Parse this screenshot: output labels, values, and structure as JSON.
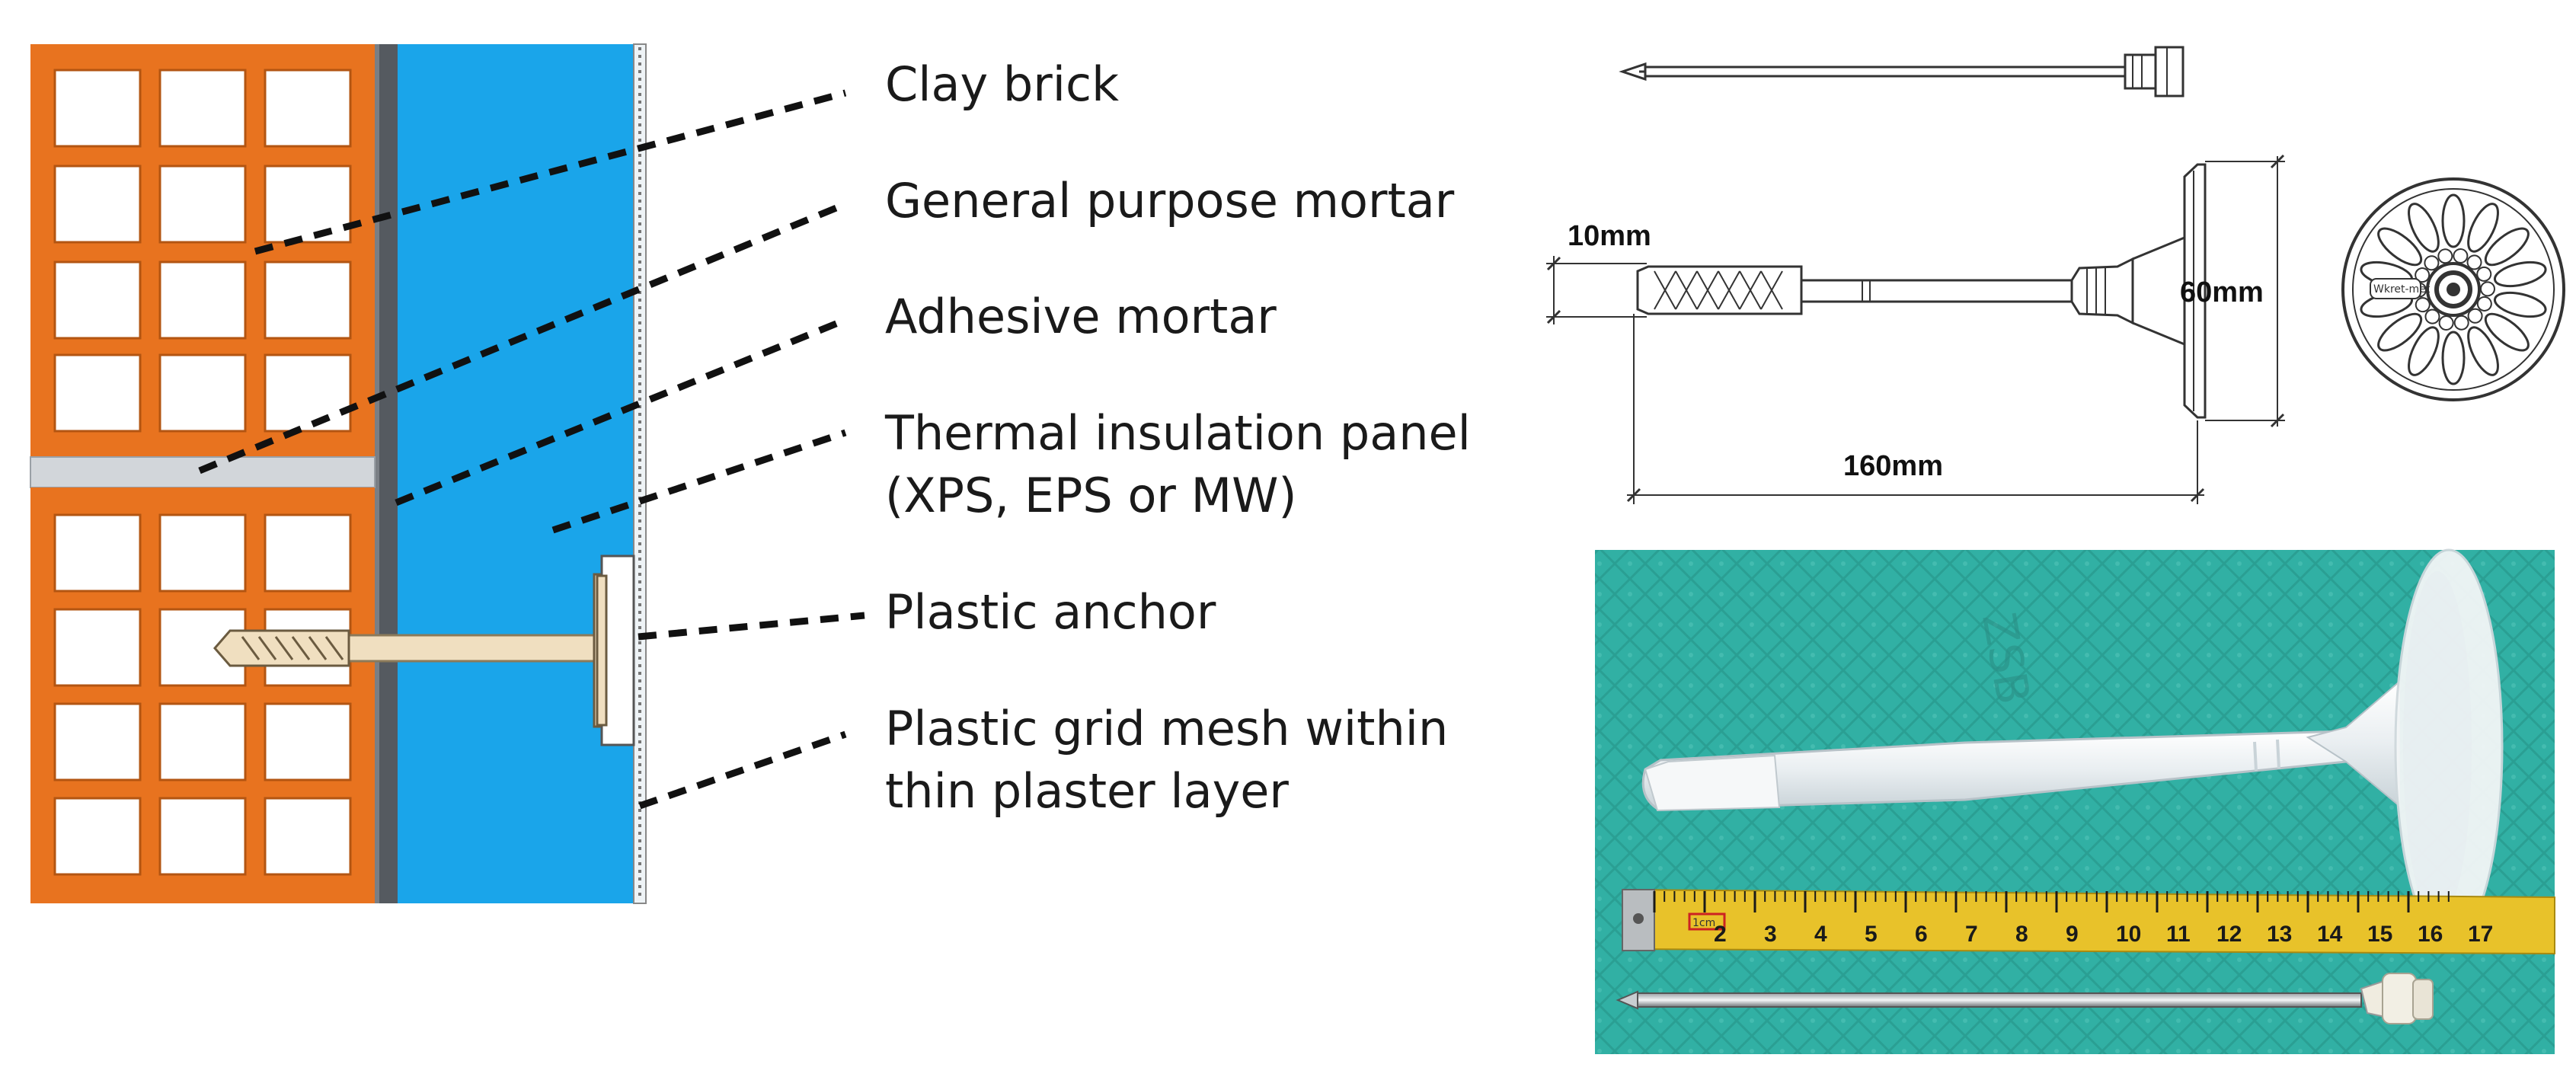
{
  "diagram": {
    "labels": [
      "Clay brick",
      "General purpose mortar",
      "Adhesive mortar",
      "Thermal insulation panel",
      "(XPS, EPS or MW)",
      "Plastic anchor",
      "Plastic grid mesh within",
      "thin plaster layer"
    ],
    "dimensions": {
      "diameter": "10mm",
      "plate": "60mm",
      "length": "160mm"
    },
    "plate_logo": "Wkret-met",
    "tape": {
      "numbers": [
        "2",
        "3",
        "4",
        "5",
        "6",
        "7",
        "8",
        "9",
        "10",
        "11",
        "12",
        "13",
        "14",
        "15",
        "16",
        "17"
      ],
      "cm_mark": "1cm"
    },
    "colors": {
      "brick": "#e8731f",
      "mortar": "#d2d6da",
      "adhesive": "#555a60",
      "insulation": "#1aa5ea",
      "anchor": "#f0dfc0",
      "photo_bg": "#32b2a6",
      "tape": "#e8c22a"
    }
  }
}
